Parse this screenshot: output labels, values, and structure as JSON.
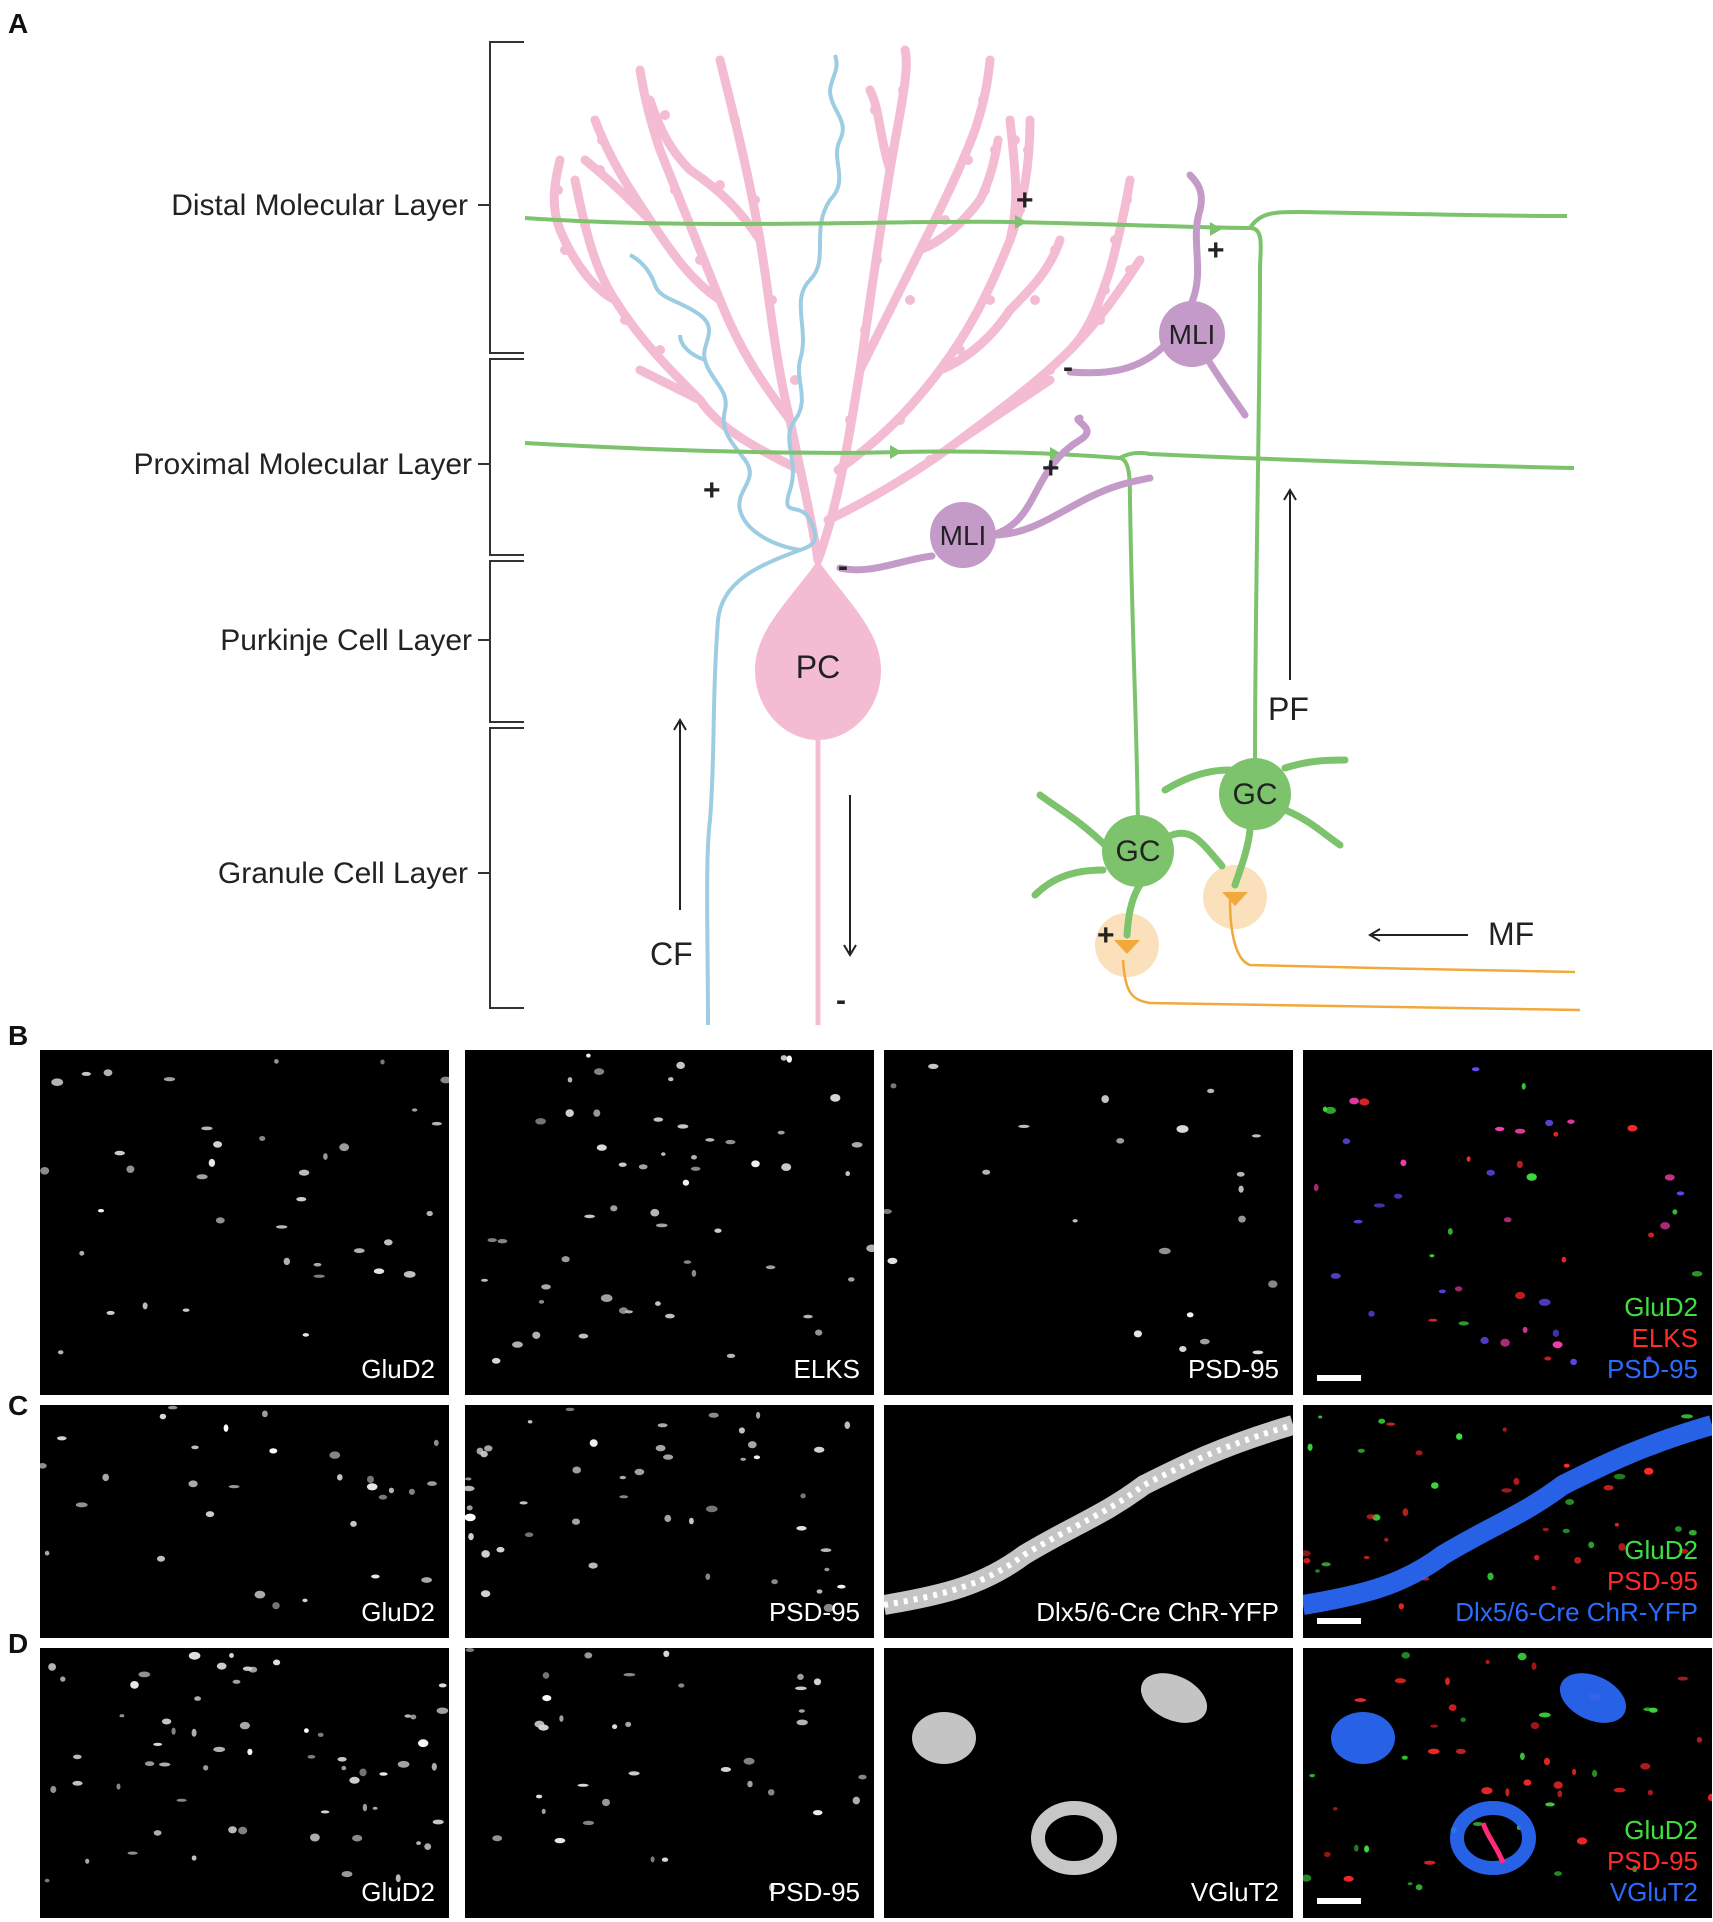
{
  "panels": {
    "a": "A",
    "b": "B",
    "c": "C",
    "d": "D"
  },
  "layers": [
    {
      "label": "Distal Molecular Layer"
    },
    {
      "label": "Proximal Molecular Layer"
    },
    {
      "label": "Purkinje Cell Layer"
    },
    {
      "label": "Granule Cell Layer"
    }
  ],
  "cells": {
    "pc": "PC",
    "mli": "MLI",
    "gc": "GC"
  },
  "fibers": {
    "cf": "CF",
    "pf": "PF",
    "mf": "MF"
  },
  "signs": {
    "plus": "+",
    "minus": "-"
  },
  "colors": {
    "purkinje": "#f4bcd2",
    "climbing_fiber": "#9ccde2",
    "granule": "#7cc36c",
    "interneuron": "#c39ac8",
    "mossy_fiber": "#f2a93b",
    "green_channel": "#3ee03e",
    "red_channel": "#ff2a2a",
    "blue_channel": "#2b6bff"
  },
  "rows": [
    {
      "images": [
        {
          "label": "GluD2"
        },
        {
          "label": "ELKS"
        },
        {
          "label": "PSD-95"
        }
      ],
      "merge": [
        {
          "label": "GluD2",
          "color": "#3ee03e"
        },
        {
          "label": "ELKS",
          "color": "#ff2a2a"
        },
        {
          "label": "PSD-95",
          "color": "#2b6bff"
        }
      ]
    },
    {
      "images": [
        {
          "label": "GluD2"
        },
        {
          "label": "PSD-95"
        },
        {
          "label": "Dlx5/6-Cre ChR-YFP"
        }
      ],
      "merge": [
        {
          "label": "GluD2",
          "color": "#3ee03e"
        },
        {
          "label": "PSD-95",
          "color": "#ff2a2a"
        },
        {
          "label": "Dlx5/6-Cre ChR-YFP",
          "color": "#2b6bff"
        }
      ]
    },
    {
      "images": [
        {
          "label": "GluD2"
        },
        {
          "label": "PSD-95"
        },
        {
          "label": "VGluT2"
        }
      ],
      "merge": [
        {
          "label": "GluD2",
          "color": "#3ee03e"
        },
        {
          "label": "PSD-95",
          "color": "#ff2a2a"
        },
        {
          "label": "VGluT2",
          "color": "#2b6bff"
        }
      ]
    }
  ]
}
